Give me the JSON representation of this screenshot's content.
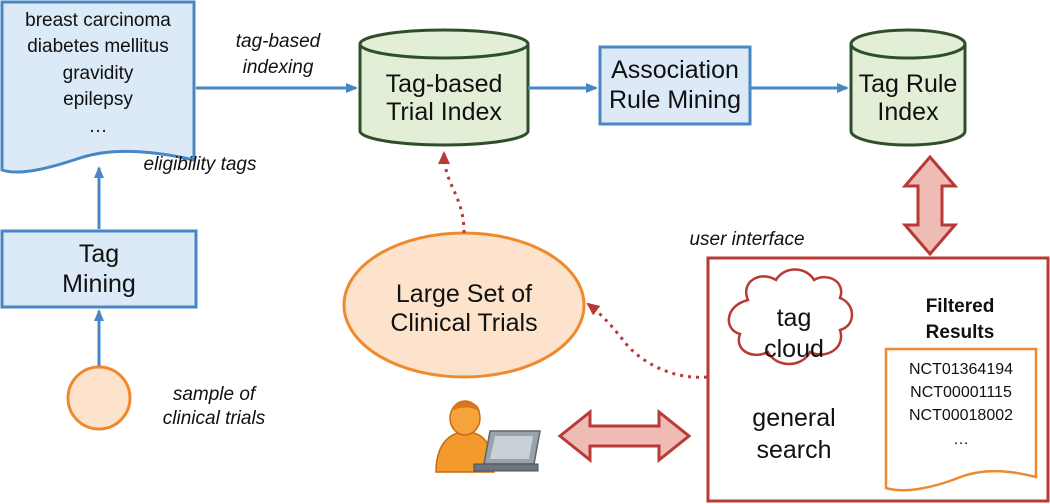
{
  "doc_tags": {
    "items": [
      "breast carcinoma",
      "diabetes mellitus",
      "gravidity",
      "epilepsy",
      "…"
    ],
    "caption": "eligibility tags"
  },
  "tag_mining": {
    "line1": "Tag",
    "line2": "Mining"
  },
  "sample": {
    "line1": "sample of",
    "line2": "clinical trials"
  },
  "indexing_label": {
    "line1": "tag-based",
    "line2": "indexing"
  },
  "trial_index": {
    "line1": "Tag-based",
    "line2": "Trial Index"
  },
  "assoc_mining": {
    "line1": "Association",
    "line2": "Rule Mining"
  },
  "rule_index": {
    "line1": "Tag Rule",
    "line2": "Index"
  },
  "large_set": {
    "line1": "Large Set of",
    "line2": "Clinical Trials"
  },
  "ui": {
    "label": "user interface",
    "cloud_line1": "tag",
    "cloud_line2": "cloud",
    "search_line1": "general",
    "search_line2": "search",
    "filtered_line1": "Filtered",
    "filtered_line2": "Results",
    "results": [
      "NCT01364194",
      "NCT00001115",
      "NCT00018002",
      "…"
    ]
  },
  "colors": {
    "blue_fill": "#dce9f6",
    "blue_stroke": "#4a86c5",
    "green_fill": "#e2eed5",
    "green_stroke": "#2f4f2a",
    "orange_fill": "#fde3cc",
    "orange_stroke": "#ee8a2d",
    "red_stroke": "#b83a34",
    "red_fill": "#eebcb5"
  },
  "icons": {
    "person": "user-at-laptop-icon",
    "cloud": "cloud-shape"
  }
}
